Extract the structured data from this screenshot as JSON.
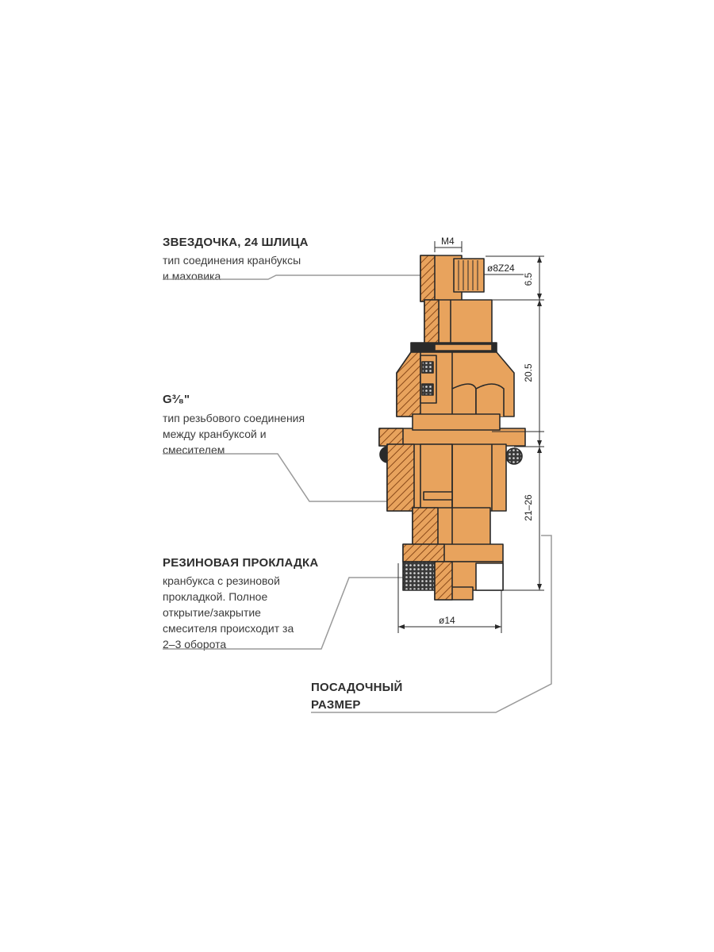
{
  "labels": {
    "star": {
      "title": "ЗВЕЗДОЧКА, 24 ШЛИЦА",
      "desc": [
        "тип соединения кранбуксы",
        "и маховика"
      ]
    },
    "thread": {
      "title": "G³⁄₈\"",
      "desc": [
        "тип резьбового соединения",
        "между кранбуксой и",
        "смесителем"
      ]
    },
    "gasket": {
      "title": "РЕЗИНОВАЯ ПРОКЛАДКА",
      "desc": [
        "кранбукса с резиновой",
        "прокладкой. Полное",
        "открытие/закрытие",
        "смесителя происходит за",
        "2–3 оборота"
      ]
    },
    "seat": {
      "title": [
        "ПОСАДОЧНЫЙ",
        "РАЗМЕР"
      ]
    }
  },
  "dimensions": {
    "m4": "M4",
    "spline": "ø8Z24",
    "top_height": "6.5",
    "mid_height": "20.5",
    "bottom_height": "21–26",
    "diameter": "ø14"
  },
  "colors": {
    "brass": "#e8a35d",
    "brass_dark": "#c07a3a",
    "outline": "#2a2a2a",
    "leader": "#9a9a9a"
  }
}
